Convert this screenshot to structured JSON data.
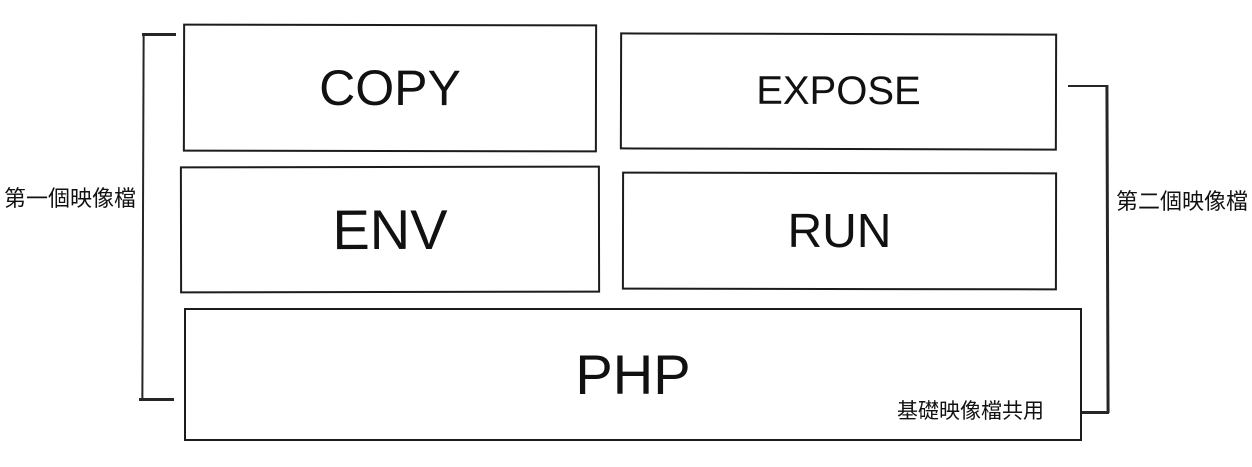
{
  "diagram": {
    "boxes": [
      {
        "id": "copy",
        "label": "COPY"
      },
      {
        "id": "expose",
        "label": "EXPOSE"
      },
      {
        "id": "env",
        "label": "ENV"
      },
      {
        "id": "run",
        "label": "RUN"
      },
      {
        "id": "php",
        "label": "PHP"
      }
    ],
    "annotations": {
      "first_image_label": "第一個映像檔",
      "second_image_label": "第二個映像檔",
      "base_shared_note": "基礎映像檔共用"
    },
    "colors": {
      "line": "#262626",
      "border": "#1c1c1c",
      "text": "#111111",
      "background": "#ffffff"
    }
  }
}
